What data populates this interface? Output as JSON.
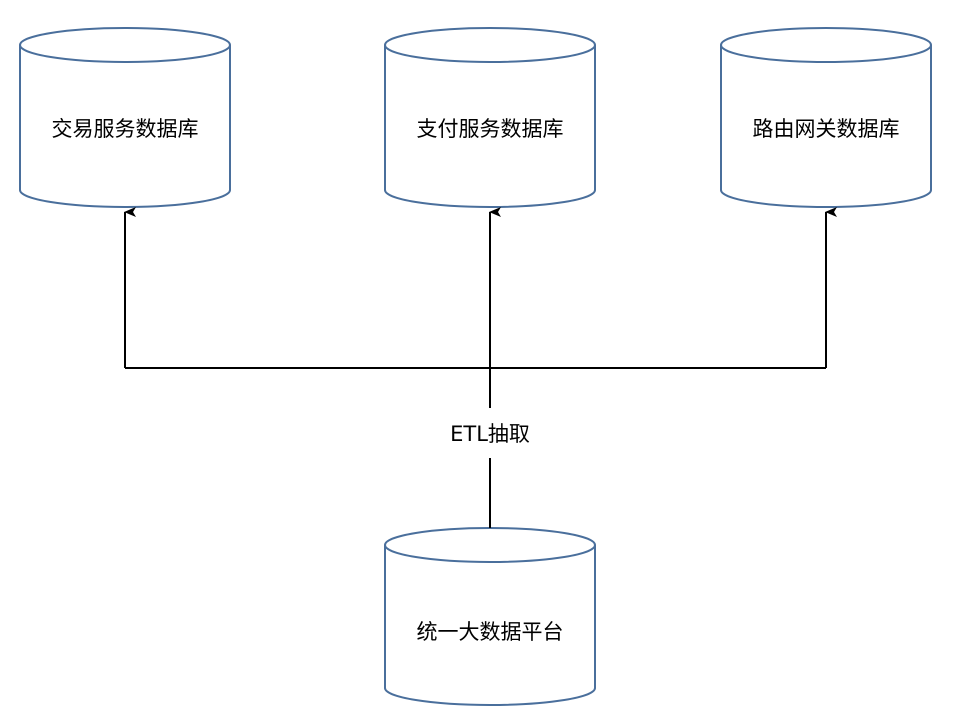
{
  "databases": {
    "trade": {
      "label": "交易服务数据库"
    },
    "payment": {
      "label": "支付服务数据库"
    },
    "gateway": {
      "label": "路由网关数据库"
    },
    "platform": {
      "label": "统一大数据平台"
    }
  },
  "edge": {
    "label": "ETL抽取"
  },
  "colors": {
    "cylinder_stroke": "#4a6f9c",
    "cylinder_fill": "#ffffff",
    "connector": "#000000",
    "text": "#000000"
  }
}
